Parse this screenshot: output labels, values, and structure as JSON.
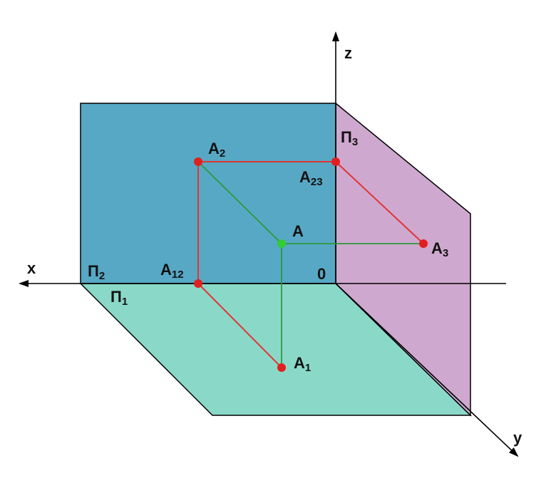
{
  "colors": {
    "plane_frontal": "#57a8c4",
    "plane_horizontal": "#8ad9c8",
    "plane_profile": "#cfa8cf",
    "projection_line": "#e03535",
    "connector_line": "#2c9a3c",
    "point_projection": "#e02020",
    "point_space": "#33cc33",
    "axis": "#000000"
  },
  "axes": {
    "x": "x",
    "y": "y",
    "z": "z",
    "origin": "0"
  },
  "planes": {
    "p1": {
      "main": "П",
      "sub": "1"
    },
    "p2": {
      "main": "П",
      "sub": "2"
    },
    "p3": {
      "main": "П",
      "sub": "3"
    }
  },
  "points": {
    "A": {
      "main": "A",
      "sub": ""
    },
    "A1": {
      "main": "A",
      "sub": "1"
    },
    "A2": {
      "main": "A",
      "sub": "2"
    },
    "A3": {
      "main": "A",
      "sub": "3"
    },
    "A12": {
      "main": "A",
      "sub": "12"
    },
    "A23": {
      "main": "A",
      "sub": "23"
    }
  }
}
